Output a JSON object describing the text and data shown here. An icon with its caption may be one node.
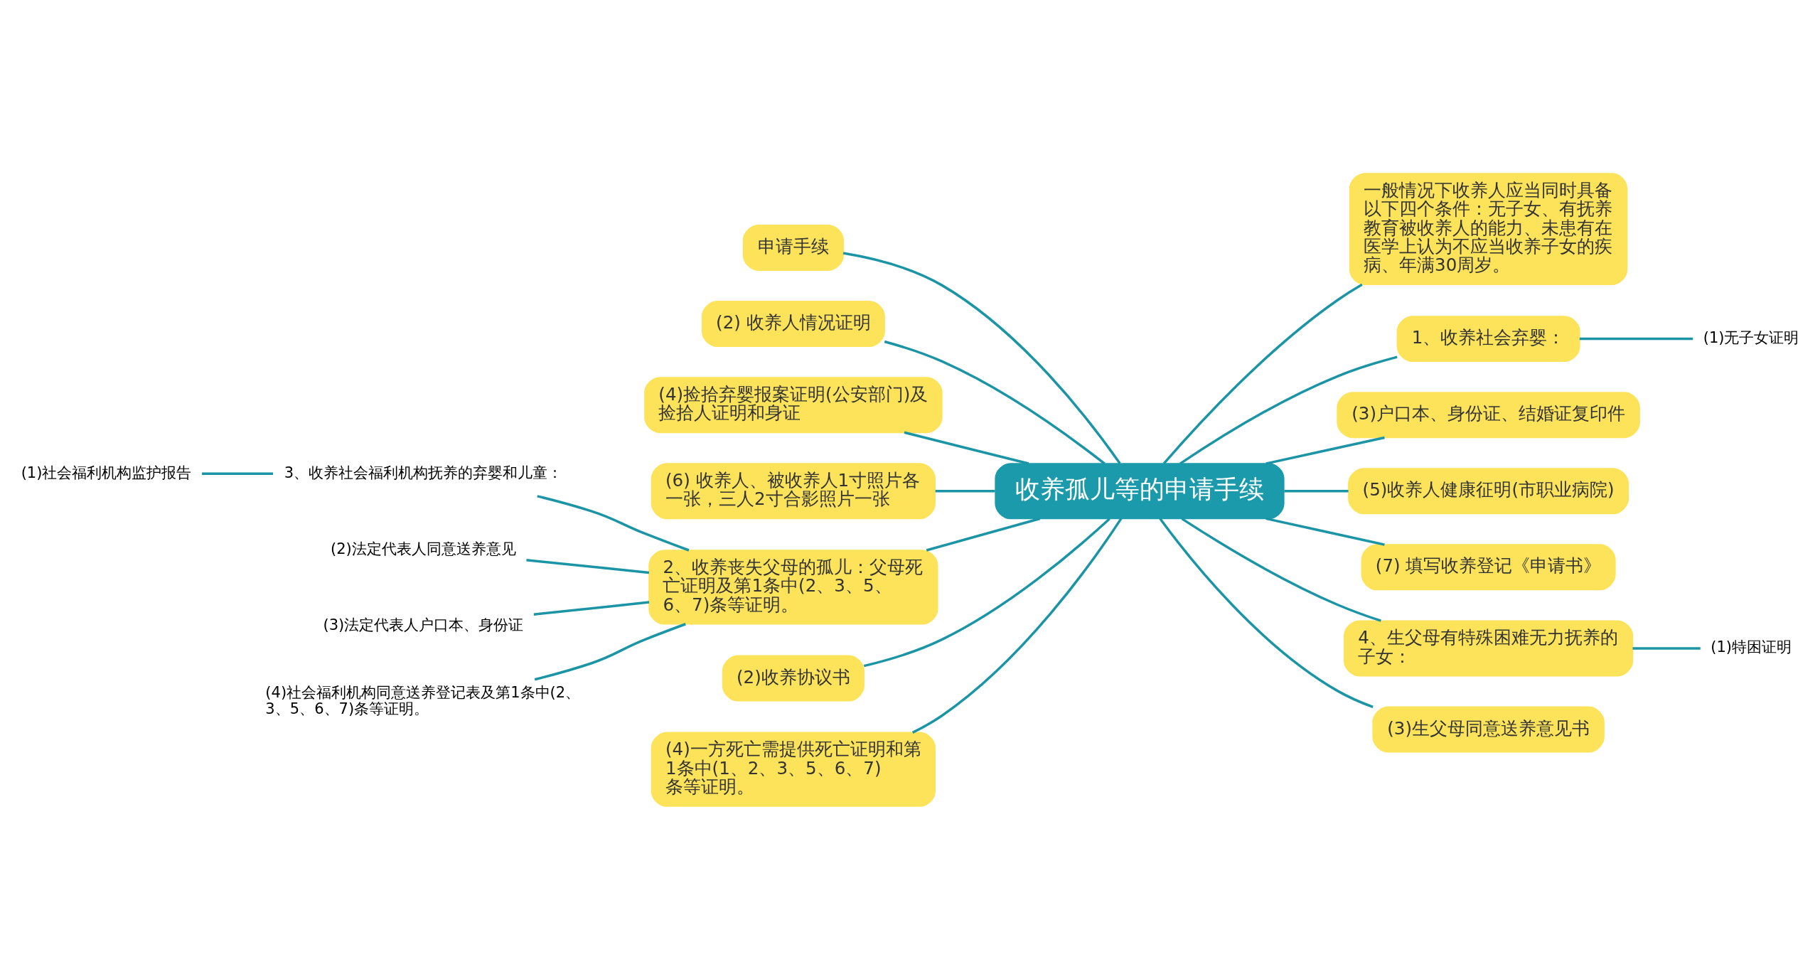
{
  "diagram": {
    "nodes": [
      {
        "text": [
          "收养孤儿等的申请手续"
        ]
      },
      {
        "text": [
          "申请手续"
        ]
      },
      {
        "text": [
          "(2) 收养人情况证明"
        ]
      },
      {
        "text": [
          "(4)捡拾弃婴报案证明(公安部门)及捡拾人证明和身证"
        ]
      },
      {
        "text": [
          "(6) 收养人、被收养人1寸照片各一张，三人2寸合影照片一张"
        ]
      },
      {
        "text": [
          "2、收养丧失父母的孤儿：父母死亡证明及第1条中(2、3、5、6、7)条等证明。"
        ]
      },
      {
        "text": [
          "3、收养社会福利机构抚养的弃婴和儿童："
        ]
      },
      {
        "text": [
          "(1)社会福利机构监护报告"
        ]
      },
      {
        "text": [
          "(2)法定代表人同意送养意见"
        ]
      },
      {
        "text": [
          "(3)法定代表人户口本、身份证"
        ]
      },
      {
        "text": [
          "(4)社会福利机构同意送养登记表及第1条中(2、3、5、6、7)条等证明。"
        ]
      },
      {
        "text": [
          "(2)收养协议书"
        ]
      },
      {
        "text": [
          "(4)一方死亡需提供死亡证明和第1条中(1、2、3、5、6、7)条等证明。"
        ]
      },
      {
        "text": [
          "一般情况下收养人应当同时具备以下四个条件：无子女、有抚养教育被收养人的能力、未患有在医学上认为不应当收养子女的疾病、年满30周岁。"
        ]
      },
      {
        "text": [
          "1、收养社会弃婴："
        ]
      },
      {
        "text": [
          "(1)无子女证明"
        ]
      },
      {
        "text": [
          "(3)户口本、身份证、结婚证复印件"
        ]
      },
      {
        "text": [
          "(5)收养人健康征明(市职业病院)"
        ]
      },
      {
        "text": [
          "(7) 填写收养登记《申请书》"
        ]
      },
      {
        "text": [
          "4、生父母有特殊困难无力抚养的子女："
        ]
      },
      {
        "text": [
          "(1)特困证明"
        ]
      },
      {
        "text": [
          "(3)生父母同意送养意见书"
        ]
      }
    ],
    "edges": [
      {
        "from": 0,
        "to": 1,
        "arrow": "none"
      },
      {
        "from": 0,
        "to": 2,
        "arrow": "none"
      },
      {
        "from": 0,
        "to": 3,
        "arrow": "none"
      },
      {
        "from": 0,
        "to": 4,
        "arrow": "none"
      },
      {
        "from": 0,
        "to": 5,
        "arrow": "none"
      },
      {
        "from": 5,
        "to": 6,
        "arrow": "none"
      },
      {
        "from": 6,
        "to": 7,
        "arrow": "none"
      },
      {
        "from": 5,
        "to": 8,
        "arrow": "none"
      },
      {
        "from": 5,
        "to": 9,
        "arrow": "none"
      },
      {
        "from": 5,
        "to": 10,
        "arrow": "none"
      },
      {
        "from": 0,
        "to": 11,
        "arrow": "none"
      },
      {
        "from": 0,
        "to": 12,
        "arrow": "none"
      },
      {
        "from": 0,
        "to": 13,
        "arrow": "none"
      },
      {
        "from": 0,
        "to": 14,
        "arrow": "none"
      },
      {
        "from": 14,
        "to": 15,
        "arrow": "none"
      },
      {
        "from": 0,
        "to": 16,
        "arrow": "none"
      },
      {
        "from": 0,
        "to": 17,
        "arrow": "none"
      },
      {
        "from": 0,
        "to": 18,
        "arrow": "none"
      },
      {
        "from": 0,
        "to": 19,
        "arrow": "none"
      },
      {
        "from": 19,
        "to": 20,
        "arrow": "none"
      },
      {
        "from": 0,
        "to": 21,
        "arrow": "none"
      }
    ]
  }
}
